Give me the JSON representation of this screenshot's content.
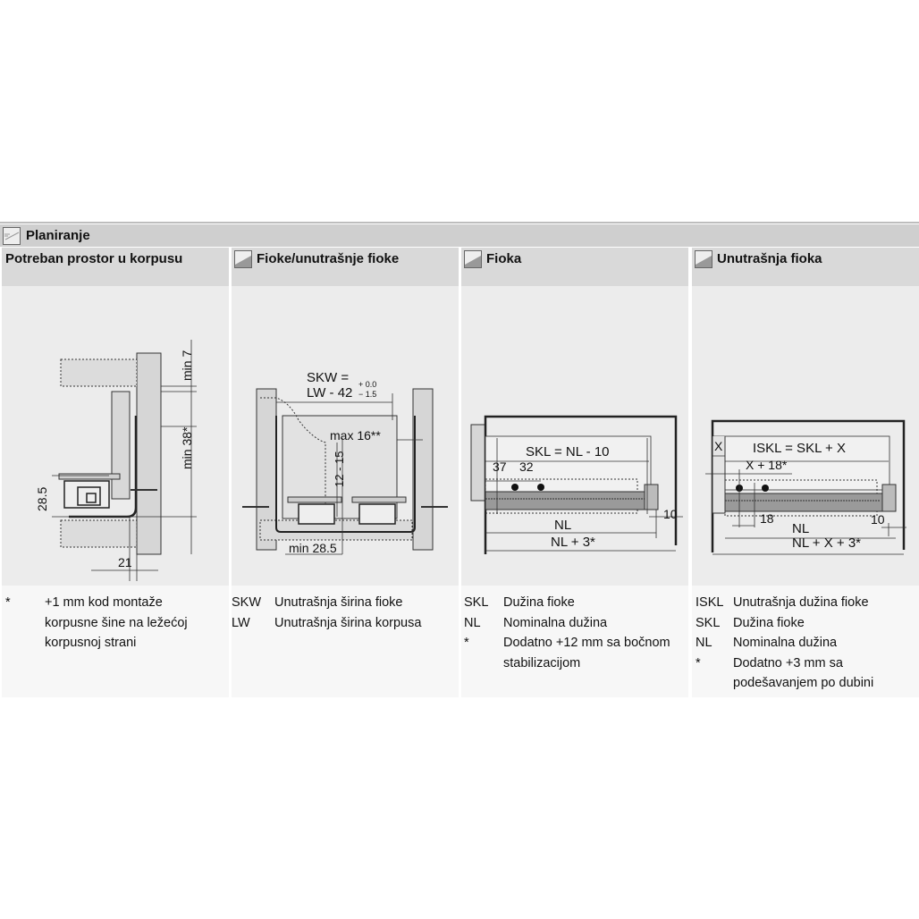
{
  "section_title": "Planiranje",
  "panels": [
    {
      "title": "Potreban prostor u korpusu",
      "labels": {
        "min7": "min 7",
        "min38": "min 38*",
        "h285": "28.5",
        "w21": "21"
      },
      "legend": [
        {
          "key": "*",
          "text": "+1 mm kod montaže korpusne šine na ležećoj korpusnoj strani"
        }
      ]
    },
    {
      "title": "Fioke/unutrašnje fioke",
      "labels": {
        "skw": "SKW =",
        "lw": "LW - 42",
        "tol_plus": "+ 0.0",
        "tol_minus": "− 1.5",
        "max16": "max 16**",
        "r1215": "12 - 15",
        "min285": "min 28.5"
      },
      "legend": [
        {
          "key": "SKW",
          "text": "Unutrašnja širina fioke"
        },
        {
          "key": "LW",
          "text": "Unutrašnja širina korpusa"
        }
      ]
    },
    {
      "title": "Fioka",
      "labels": {
        "skl": "SKL = NL - 10",
        "d37": "37",
        "d32": "32",
        "nl": "NL",
        "nl3": "NL + 3*",
        "d10": "10"
      },
      "legend": [
        {
          "key": "SKL",
          "text": "Dužina fioke"
        },
        {
          "key": "NL",
          "text": "Nominalna dužina"
        },
        {
          "key": "*",
          "text": "Dodatno +12 mm sa bočnom stabilizacijom"
        }
      ]
    },
    {
      "title": "Unutrašnja fioka",
      "labels": {
        "x": "X",
        "iskl": "ISKL = SKL + X",
        "x18": "X + 18*",
        "d18": "18",
        "nl": "NL",
        "d10": "10",
        "nlx3": "NL + X + 3*"
      },
      "legend": [
        {
          "key": "ISKL",
          "text": "Unutrašnja dužina fioke"
        },
        {
          "key": "SKL",
          "text": "Dužina fioke"
        },
        {
          "key": "NL",
          "text": "Nominalna dužina"
        },
        {
          "key": "*",
          "text": "Dodatno +3 mm sa podešavanjem po dubini"
        }
      ]
    }
  ]
}
